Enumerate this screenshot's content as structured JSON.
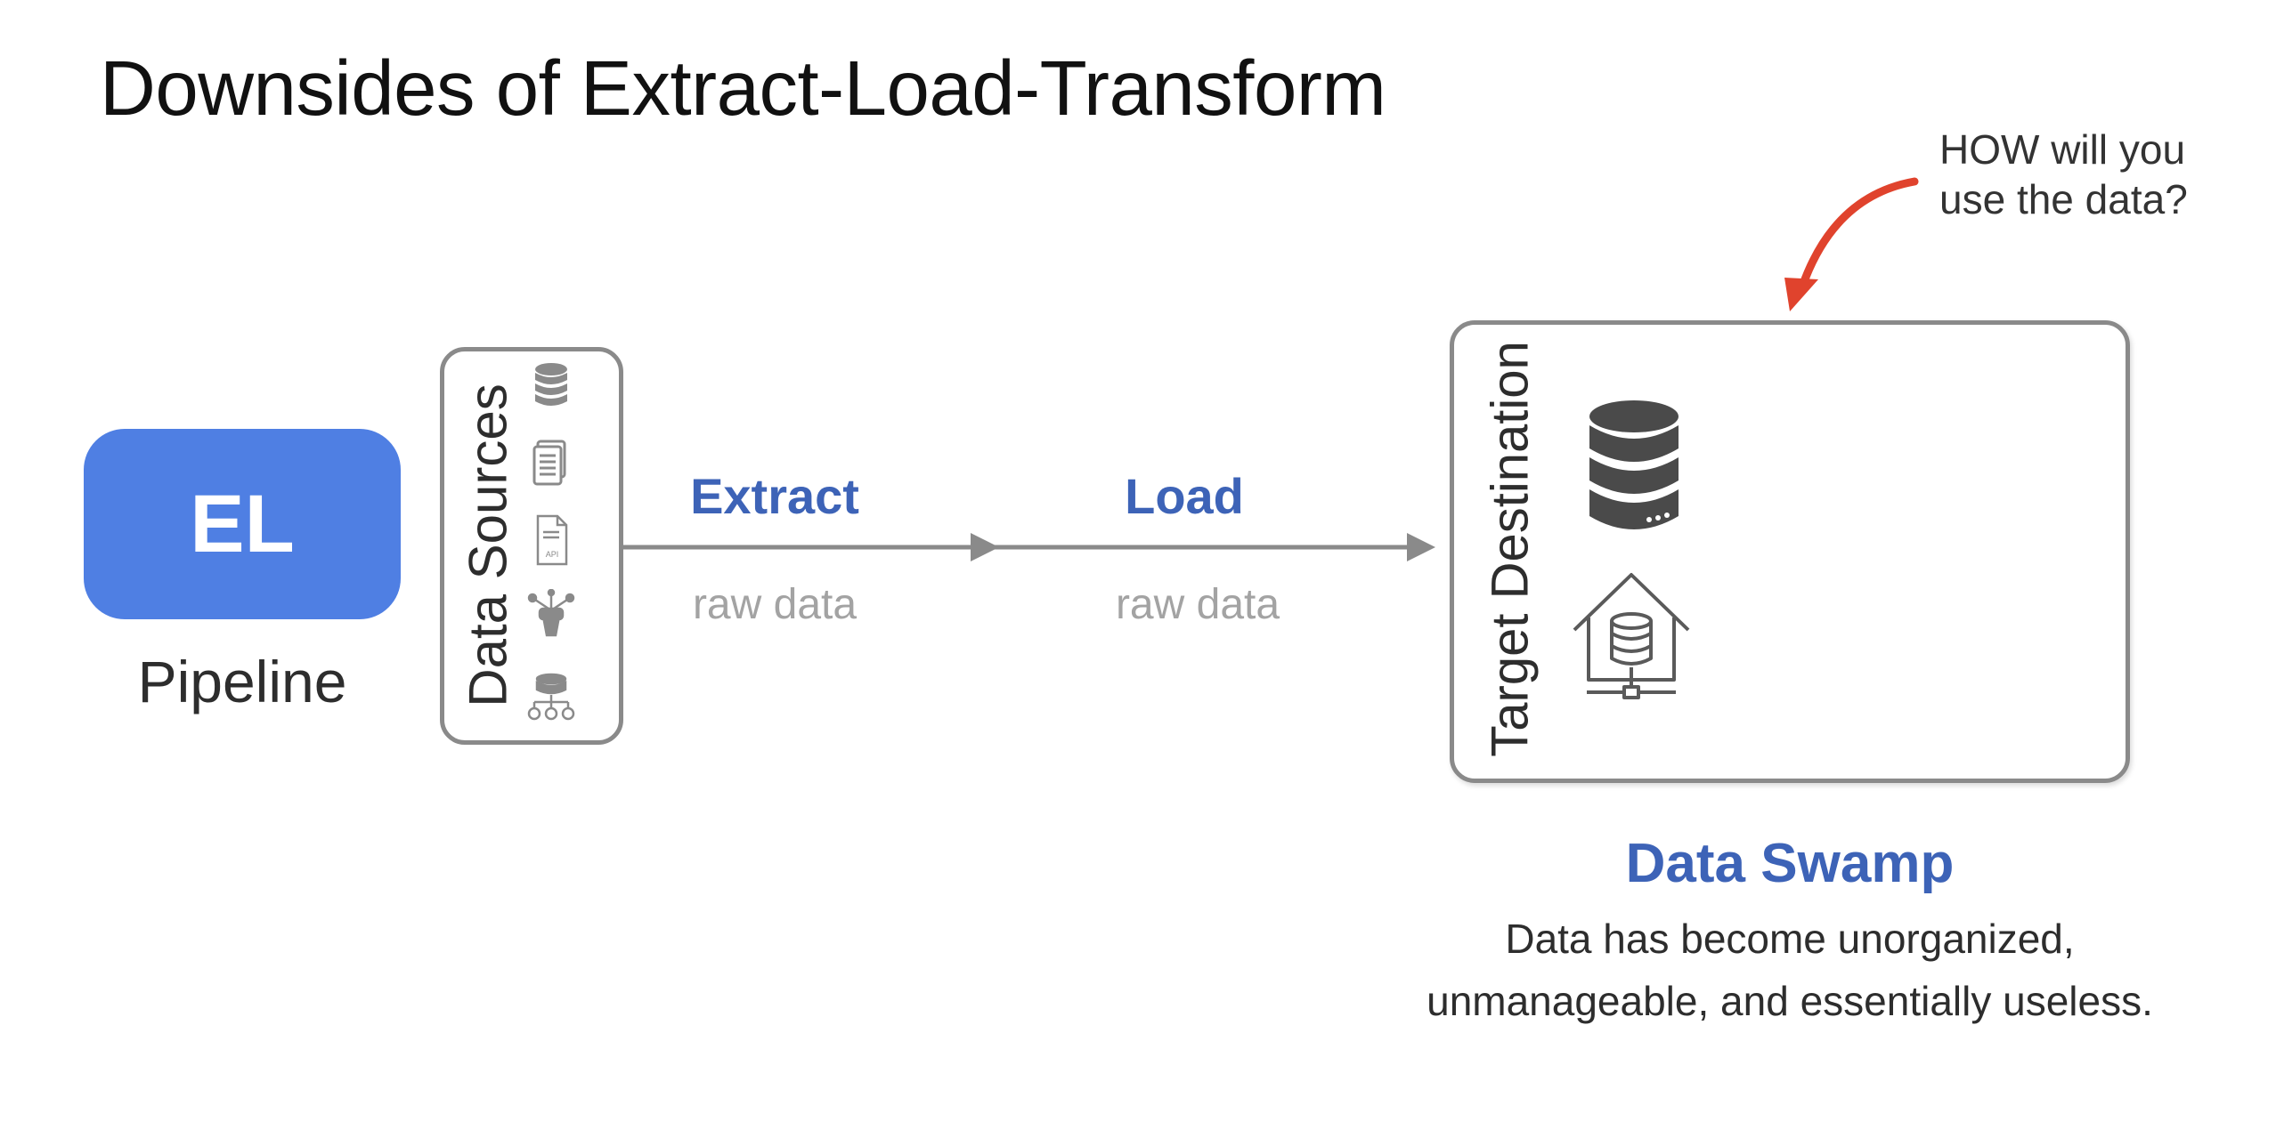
{
  "title": "Downsides of Extract-Load-Transform",
  "pipeline": {
    "badge": "EL",
    "label": "Pipeline",
    "badge_color": "#4f7fe3"
  },
  "data_sources": {
    "label": "Data Sources",
    "icons": [
      "database-icon",
      "document-icon",
      "api-file-icon",
      "hub-icon",
      "distributed-database-icon"
    ]
  },
  "steps": [
    {
      "label": "Extract",
      "sublabel": "raw data"
    },
    {
      "label": "Load",
      "sublabel": "raw data"
    }
  ],
  "target": {
    "label": "Target Destination",
    "icons": [
      "database-server-icon",
      "data-warehouse-icon"
    ]
  },
  "question": {
    "line1": "HOW will you",
    "line2": "use the data?"
  },
  "swamp": {
    "title": "Data Swamp",
    "line1": "Data has become unorganized,",
    "line2": "unmanageable, and essentially useless."
  },
  "colors": {
    "accent_blue": "#3d63b7",
    "arrow_red": "#e0432d",
    "gray": "#8a8a8a"
  }
}
